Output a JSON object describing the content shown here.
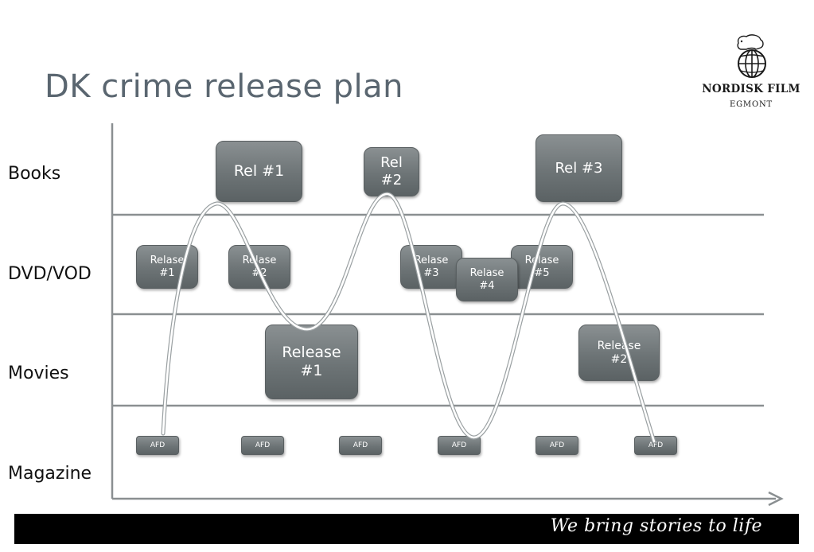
{
  "title": "DK crime release plan",
  "logo": {
    "name": "NORDISK FILM",
    "sub": "EGMONT",
    "icon": "polar-bear-globe-icon"
  },
  "rows": [
    "Books",
    "DVD/VOD",
    "Movies",
    "Magazine"
  ],
  "books": [
    "Rel #1",
    "Rel\n#2",
    "Rel #3"
  ],
  "dvd": [
    "Relase\n#1",
    "Relase\n#2",
    "Relase\n#3",
    "Relase\n#4",
    "Relase\n#5"
  ],
  "movies": [
    "Release\n#1",
    "Release\n#2"
  ],
  "magazine": [
    "AFD",
    "AFD",
    "AFD",
    "AFD",
    "AFD",
    "AFD"
  ],
  "footer": {
    "tagline": "We bring stories to life"
  },
  "colors": {
    "title": "#5a6670",
    "box": "#6d7476",
    "axis": "#8a8f91",
    "footer": "#000000"
  }
}
